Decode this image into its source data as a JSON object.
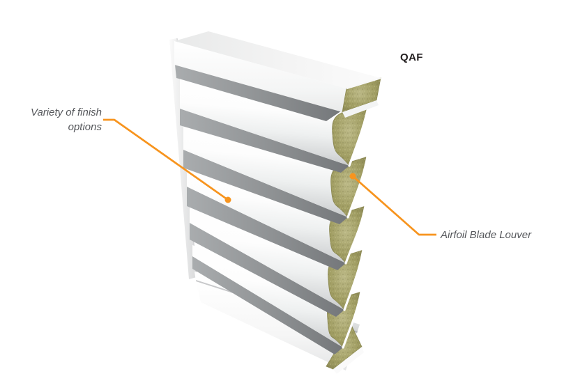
{
  "product": {
    "model": "QAF"
  },
  "annotations": {
    "finish": {
      "line1": "Variety of finish",
      "line2": "options"
    },
    "blade": {
      "label": "Airfoil Blade Louver"
    }
  },
  "colors": {
    "accent_orange": "#F7941E",
    "label_gray": "#54565A",
    "model_text": "#231F20",
    "insulation_olive": "#A19E63",
    "background": "#FFFFFF"
  }
}
